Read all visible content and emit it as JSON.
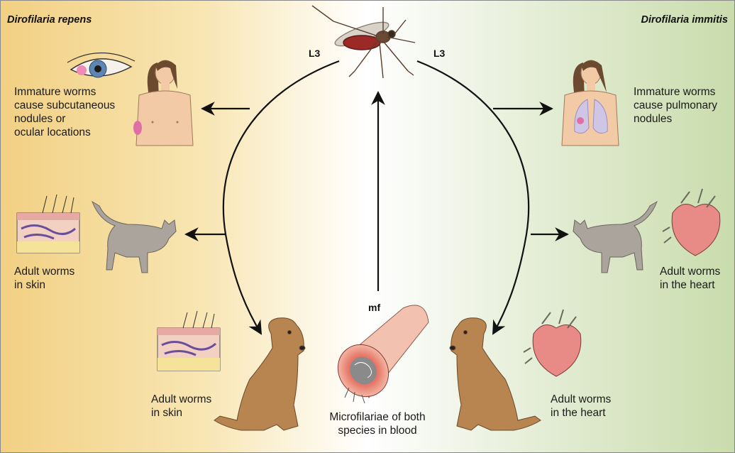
{
  "titles": {
    "left": "Dirofilaria repens",
    "right": "Dirofilaria immitis"
  },
  "stage_labels": {
    "l3_left": "L3",
    "l3_right": "L3",
    "mf": "mf"
  },
  "captions": {
    "human_left": "Immature worms\ncause subcutaneous\nnodules or\nocular locations",
    "human_right": "Immature worms\ncause pulmonary\nnodules",
    "cat_left": "Adult worms\nin skin",
    "cat_right": "Adult worms\nin the heart",
    "dog_left": "Adult worms\nin skin",
    "dog_right": "Adult worms\nin the heart",
    "blood": "Microfilariae of both\nspecies in blood"
  },
  "colors": {
    "left_bg": "#f3d48a",
    "right_bg": "#cfe0b4",
    "arrow": "#111111",
    "dog": "#b88450",
    "cat": "#aaa49c",
    "skin_tone": "#f2cba6",
    "heart": "#e88a86",
    "vessel": "#efb09f"
  },
  "icons": [
    "mosquito-icon",
    "eye-icon",
    "woman-icon",
    "cat-icon",
    "dog-icon",
    "skin-section-icon",
    "heart-icon",
    "blood-vessel-icon",
    "lungs-icon"
  ]
}
